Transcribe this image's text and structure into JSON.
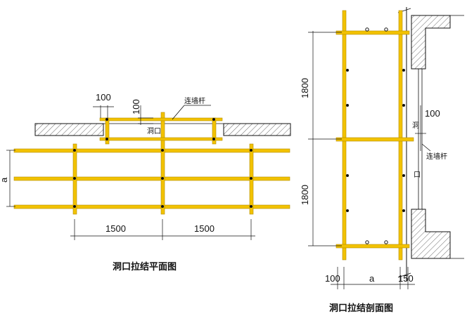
{
  "plan": {
    "title": "洞口拉结平面图",
    "label_wall_tie": "连墙杆",
    "label_opening": "洞口",
    "dim_spacing_left": "1500",
    "dim_spacing_right": "1500",
    "dim_100_a": "100",
    "dim_100_b": "100",
    "dim_a": "a"
  },
  "section": {
    "title": "洞口拉结剖面图",
    "dim_height_top": "1800",
    "dim_height_bottom": "1800",
    "dim_100_right": "100",
    "label_wall_tie": "连墙杆",
    "label_opening_top": "洞",
    "label_opening_bottom": "口",
    "dim_bottom_100": "100",
    "dim_bottom_a": "a",
    "dim_bottom_150": "150"
  },
  "colors": {
    "tube": "#f2c200",
    "tube_edge": "#b38c00",
    "line": "#111111",
    "hatch": "#555555"
  }
}
